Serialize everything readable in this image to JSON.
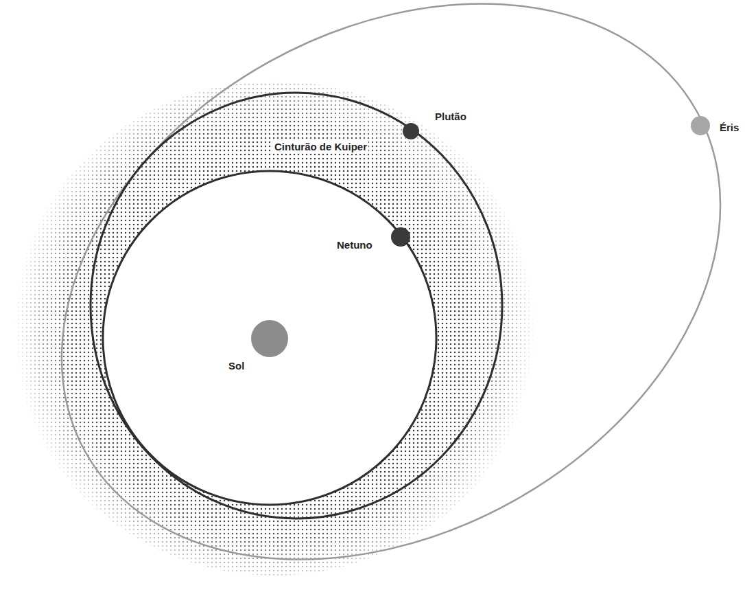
{
  "diagram": {
    "labels": [
      "Plutão",
      "Cinturão de Kuiper",
      "Éris",
      "Netuno",
      "Sol"
    ]
  }
}
